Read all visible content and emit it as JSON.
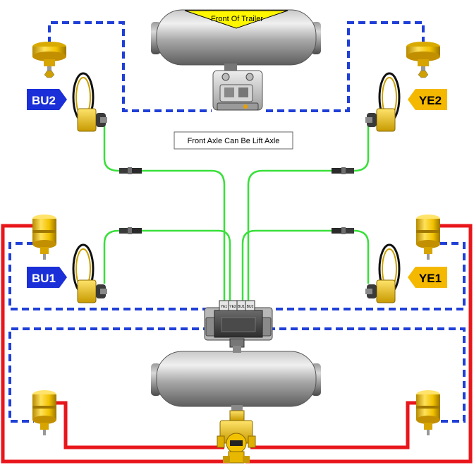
{
  "diagram": {
    "front_label": "Front Of Trailer",
    "note": "Front Axle Can Be Lift Axle",
    "sensor_tags": {
      "bu2": "BU2",
      "ye2": "YE2",
      "bu1": "BU1",
      "ye1": "YE1"
    },
    "modulator_ports": [
      "YE1",
      "YE2",
      "BU1",
      "BU2"
    ],
    "colors": {
      "delivery_line_blue": "#1f3fd8",
      "supply_line_red": "#e8161b",
      "sensor_cable_green": "#39e03a",
      "tag_blue": "#1a2fd8",
      "tag_yellow": "#f5b800",
      "actuator_yellow": "#f2c200",
      "tank_grey": "#8f8f8f"
    },
    "icons": {
      "tank": "air-reservoir-icon",
      "brake_chamber": "brake-chamber-icon",
      "spring_chamber": "spring-brake-chamber-icon",
      "wheel_sensor": "abs-sensor-icon",
      "modulator": "ebs-modulator-icon",
      "relay_valve": "relay-valve-icon",
      "coupling_head": "coupling-valve-icon"
    }
  }
}
